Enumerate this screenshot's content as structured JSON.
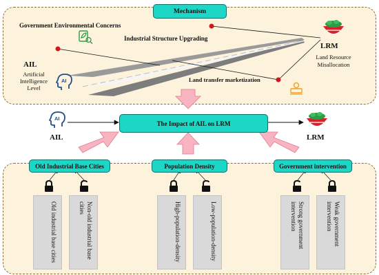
{
  "mechanism": {
    "title": "Mechanism",
    "gov_env_concerns": "Government Environmental Concerns",
    "industrial_upgrading": "Industrial Structure Upgrading",
    "land_transfer": "Land transfer marketization",
    "ail_abbr": "AIL",
    "ail_full": [
      "Artificial",
      "Intelligence",
      "Level"
    ],
    "lrm_abbr": "LRM",
    "lrm_full": [
      "Land Resource",
      "Misallocation"
    ]
  },
  "center": {
    "impact_label": "The Impact of AIL on LRM",
    "ail_label": "AIL",
    "lrm_label": "LRM"
  },
  "heterogeneity": {
    "groups": [
      {
        "title": "Old Industrial Base Cities",
        "items": [
          "Old industrial base cities",
          "Non-old industrial base cities"
        ]
      },
      {
        "title": "Population Density",
        "items": [
          "High-population-density",
          "Low-population-density"
        ]
      },
      {
        "title": "Government intervention",
        "items": [
          "Strong government intervention",
          "Weak government intervention"
        ]
      }
    ]
  },
  "icons": [
    "ai-head-icon",
    "land-map-icon",
    "leaf-check-icon",
    "land-transfer-icon",
    "lock-icon",
    "unlock-icon",
    "road-icon"
  ],
  "colors": {
    "box_fill": "#1cd6c6",
    "panel_fill": "#fdf3dd",
    "arrow_fill": "#f8b4c0",
    "card_fill": "#d9d9d9",
    "icon_blue": "#1f4e8c",
    "icon_orange": "#f0a020",
    "icon_green": "#2e9a4a"
  }
}
